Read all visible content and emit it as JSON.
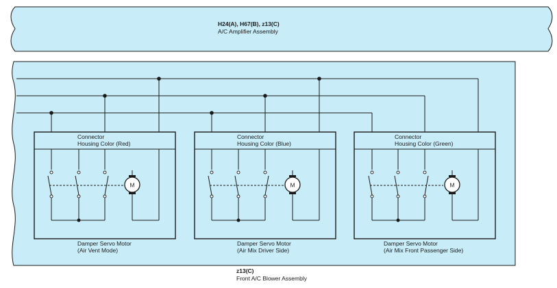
{
  "amplifier": {
    "id_label": "H24(A), H67(B), z13(C)",
    "name": "A/C Amplifier Assembly"
  },
  "blower": {
    "id_label": "z13(C)",
    "name": "Front A/C Blower Assembly"
  },
  "motors": [
    {
      "connector_line1": "Connector",
      "connector_line2": "Housing Color (Red)",
      "name_line1": "Damper Servo Motor",
      "name_line2": "(Air Vent Mode)",
      "motor_symbol": "M"
    },
    {
      "connector_line1": "Connector",
      "connector_line2": "Housing Color (Blue)",
      "name_line1": "Damper Servo Motor",
      "name_line2": "(Air Mix Driver Side)",
      "motor_symbol": "M"
    },
    {
      "connector_line1": "Connector",
      "connector_line2": "Housing Color (Green)",
      "name_line1": "Damper Servo Motor",
      "name_line2": "(Air Mix Front Passenger Side)",
      "motor_symbol": "M"
    }
  ],
  "colors": {
    "panel_fill": "#c8ecf8",
    "line": "#1a1a1a"
  }
}
